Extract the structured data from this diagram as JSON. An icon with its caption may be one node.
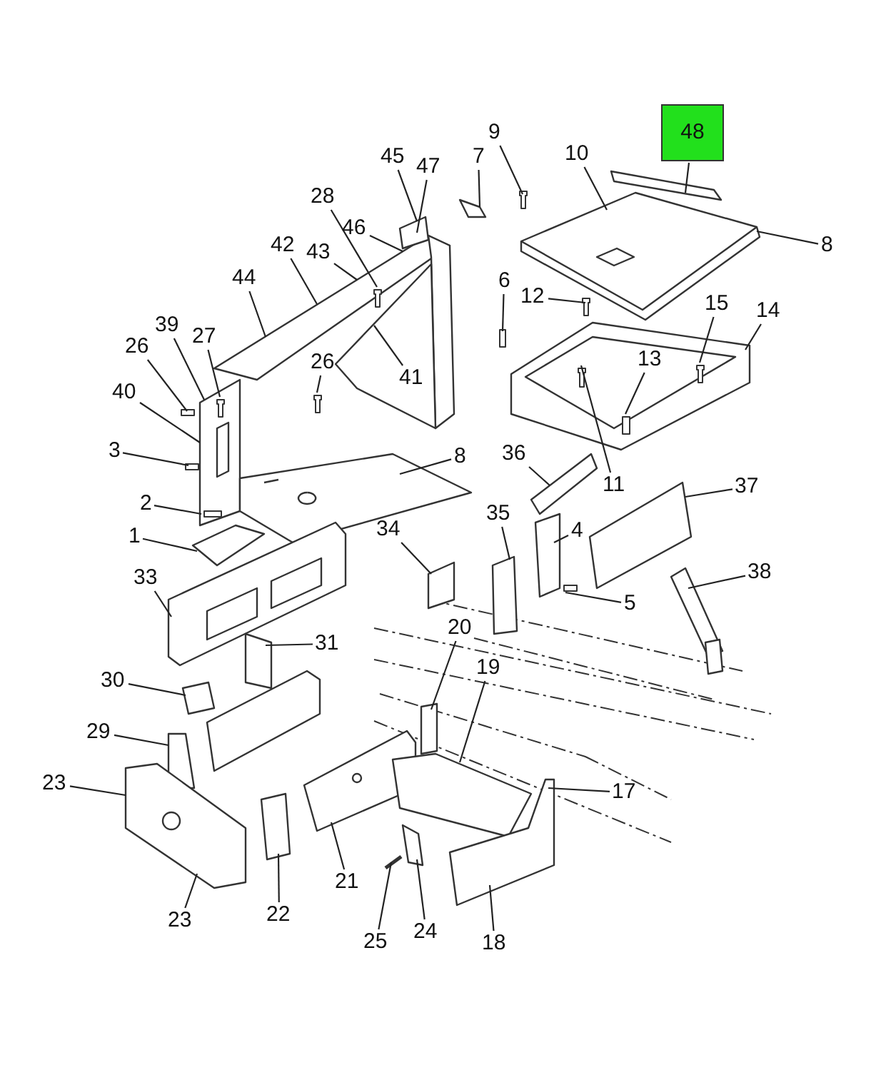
{
  "diagram": {
    "nodes": [
      {
        "text": [
          "48"
        ]
      },
      {
        "text": [
          "9"
        ]
      },
      {
        "text": [
          "10"
        ]
      },
      {
        "text": [
          "7"
        ]
      },
      {
        "text": [
          "45"
        ]
      },
      {
        "text": [
          "47"
        ]
      },
      {
        "text": [
          "28"
        ]
      },
      {
        "text": [
          "46"
        ]
      },
      {
        "text": [
          "8"
        ]
      },
      {
        "text": [
          "42"
        ]
      },
      {
        "text": [
          "43"
        ]
      },
      {
        "text": [
          "44"
        ]
      },
      {
        "text": [
          "6"
        ]
      },
      {
        "text": [
          "12"
        ]
      },
      {
        "text": [
          "15"
        ]
      },
      {
        "text": [
          "14"
        ]
      },
      {
        "text": [
          "26"
        ]
      },
      {
        "text": [
          "39"
        ]
      },
      {
        "text": [
          "27"
        ]
      },
      {
        "text": [
          "26"
        ]
      },
      {
        "text": [
          "41"
        ]
      },
      {
        "text": [
          "40"
        ]
      },
      {
        "text": [
          "13"
        ]
      },
      {
        "text": [
          "3"
        ]
      },
      {
        "text": [
          "36"
        ]
      },
      {
        "text": [
          "11"
        ]
      },
      {
        "text": [
          "8"
        ]
      },
      {
        "text": [
          "37"
        ]
      },
      {
        "text": [
          "2"
        ]
      },
      {
        "text": [
          "35"
        ]
      },
      {
        "text": [
          "4"
        ]
      },
      {
        "text": [
          "34"
        ]
      },
      {
        "text": [
          "1"
        ]
      },
      {
        "text": [
          "38"
        ]
      },
      {
        "text": [
          "5"
        ]
      },
      {
        "text": [
          "33"
        ]
      },
      {
        "text": [
          "31"
        ]
      },
      {
        "text": [
          "20"
        ]
      },
      {
        "text": [
          "19"
        ]
      },
      {
        "text": [
          "30"
        ]
      },
      {
        "text": [
          "29"
        ]
      },
      {
        "text": [
          "17"
        ]
      },
      {
        "text": [
          "23"
        ]
      },
      {
        "text": [
          "21"
        ]
      },
      {
        "text": [
          "23"
        ]
      },
      {
        "text": [
          "22"
        ]
      },
      {
        "text": [
          "24"
        ]
      },
      {
        "text": [
          "25"
        ]
      },
      {
        "text": [
          "18"
        ]
      }
    ],
    "edges": [
      {
        "from": 0,
        "to": null,
        "arrow": "none"
      },
      {
        "from": 1,
        "to": null,
        "arrow": "none"
      },
      {
        "from": 2,
        "to": null,
        "arrow": "none"
      },
      {
        "from": 3,
        "to": null,
        "arrow": "none"
      },
      {
        "from": 4,
        "to": null,
        "arrow": "none"
      },
      {
        "from": 5,
        "to": null,
        "arrow": "none"
      },
      {
        "from": 6,
        "to": null,
        "arrow": "none"
      },
      {
        "from": 7,
        "to": null,
        "arrow": "none"
      },
      {
        "from": 8,
        "to": null,
        "arrow": "none"
      },
      {
        "from": 9,
        "to": null,
        "arrow": "none"
      },
      {
        "from": 10,
        "to": null,
        "arrow": "none"
      },
      {
        "from": 11,
        "to": null,
        "arrow": "none"
      },
      {
        "from": 12,
        "to": null,
        "arrow": "none"
      },
      {
        "from": 13,
        "to": null,
        "arrow": "none"
      },
      {
        "from": 14,
        "to": null,
        "arrow": "none"
      },
      {
        "from": 15,
        "to": null,
        "arrow": "none"
      },
      {
        "from": 16,
        "to": null,
        "arrow": "none"
      },
      {
        "from": 17,
        "to": null,
        "arrow": "none"
      },
      {
        "from": 18,
        "to": null,
        "arrow": "none"
      },
      {
        "from": 19,
        "to": null,
        "arrow": "none"
      },
      {
        "from": 20,
        "to": null,
        "arrow": "none"
      },
      {
        "from": 21,
        "to": null,
        "arrow": "none"
      },
      {
        "from": 22,
        "to": null,
        "arrow": "none"
      },
      {
        "from": 23,
        "to": null,
        "arrow": "none"
      },
      {
        "from": 24,
        "to": null,
        "arrow": "none"
      },
      {
        "from": 25,
        "to": null,
        "arrow": "none"
      },
      {
        "from": 26,
        "to": null,
        "arrow": "none"
      },
      {
        "from": 27,
        "to": null,
        "arrow": "none"
      },
      {
        "from": 28,
        "to": null,
        "arrow": "none"
      },
      {
        "from": 29,
        "to": null,
        "arrow": "none"
      },
      {
        "from": 30,
        "to": null,
        "arrow": "none"
      },
      {
        "from": 31,
        "to": null,
        "arrow": "none"
      },
      {
        "from": 32,
        "to": null,
        "arrow": "none"
      },
      {
        "from": 33,
        "to": null,
        "arrow": "none"
      },
      {
        "from": 34,
        "to": null,
        "arrow": "none"
      },
      {
        "from": 35,
        "to": null,
        "arrow": "none"
      },
      {
        "from": 36,
        "to": null,
        "arrow": "none"
      },
      {
        "from": 37,
        "to": null,
        "arrow": "none"
      },
      {
        "from": 38,
        "to": null,
        "arrow": "none"
      },
      {
        "from": 39,
        "to": null,
        "arrow": "none"
      },
      {
        "from": 40,
        "to": null,
        "arrow": "none"
      },
      {
        "from": 41,
        "to": null,
        "arrow": "none"
      },
      {
        "from": 42,
        "to": null,
        "arrow": "none"
      },
      {
        "from": 43,
        "to": null,
        "arrow": "none"
      },
      {
        "from": 44,
        "to": null,
        "arrow": "none"
      },
      {
        "from": 45,
        "to": null,
        "arrow": "none"
      },
      {
        "from": 46,
        "to": null,
        "arrow": "none"
      },
      {
        "from": 47,
        "to": null,
        "arrow": "none"
      },
      {
        "from": 48,
        "to": null,
        "arrow": "none"
      }
    ]
  }
}
